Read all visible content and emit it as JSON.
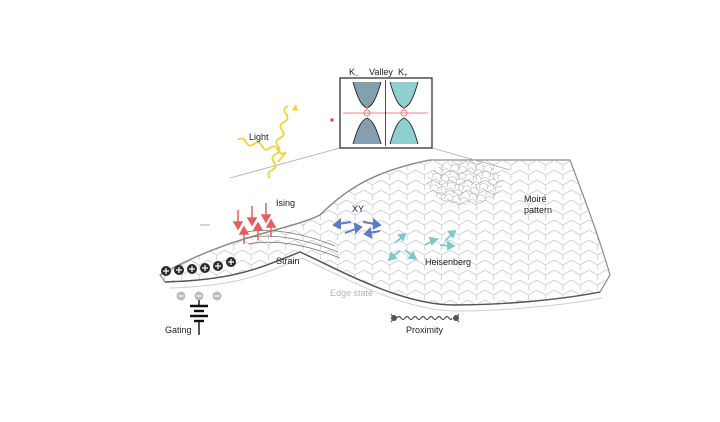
{
  "labels": {
    "light": "Light",
    "ising": "Ising",
    "xy": "XY",
    "heisenberg": "Heisenberg",
    "strain": "Strain",
    "moire_line1": "Moiré",
    "moire_line2": "pattern",
    "edge_state": "Edge state",
    "gating": "Gating",
    "proximity": "Proximity"
  },
  "inset": {
    "valley": "Valley",
    "k_minus": "K",
    "k_minus_sub": "−",
    "k_plus": "K",
    "k_plus_sub": "+"
  },
  "colors": {
    "sheet_line": "#9a9a9a",
    "ising_arrow": "#e06060",
    "xy_arrow": "#5b7cc4",
    "heisenberg_arrow": "#7ec8c8",
    "light": "#f2d23a",
    "band_dark": "#6f8fa0",
    "band_light": "#8ecfcf",
    "charge": "#2a2a2a",
    "edge_charge": "#bdbdbd"
  },
  "icons": [
    "charge-plus-icon",
    "charge-minus-icon",
    "battery-icon",
    "spring-icon",
    "wave-icon"
  ]
}
